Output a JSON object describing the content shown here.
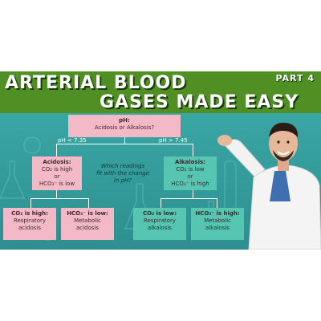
{
  "title": {
    "line1": "ARTERIAL BLOOD",
    "line2": "GASES MADE EASY",
    "part": "PART 4"
  },
  "diagram": {
    "top": {
      "line1": "pH:",
      "line2": "Acidosis or Alkalosis?"
    },
    "branch_left_label": "pH < 7.35",
    "branch_right_label": "pH > 7.45",
    "left": {
      "title": "Acidosis:",
      "line1": "CO₂ is high",
      "line2": "or",
      "line3": "HCO₃⁻ is low"
    },
    "right": {
      "title": "Alkalosis:",
      "line1": "CO₂ is low",
      "line2": "or",
      "line3": "HCO₃⁻ is high"
    },
    "middle_text": {
      "line1": "Which readings",
      "line2": "fit with the change",
      "line3": "in pH?"
    },
    "leaves": [
      {
        "title": "CO₂ is high:",
        "line1": "Respiratory",
        "line2": "acidosis"
      },
      {
        "title": "HCO₃⁻ is low:",
        "line1": "Metabolic",
        "line2": "acidosis"
      },
      {
        "title": "CO₂ is low:",
        "line1": "Respiratory",
        "line2": "alkalosis"
      },
      {
        "title": "HCO₃⁻ is high:",
        "line1": "Metabolic",
        "line2": "alkalosis"
      }
    ]
  },
  "colors": {
    "banner": "#4f8f23",
    "background": "#2f9797",
    "acidosis_box": "#f4b9c7",
    "alkalosis_box": "#56c6b3"
  }
}
